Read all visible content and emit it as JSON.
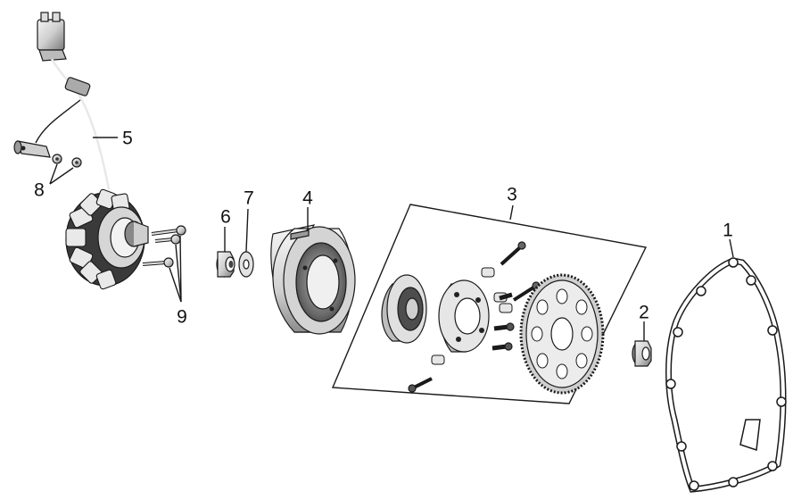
{
  "diagram": {
    "parts": [
      {
        "number": "1",
        "name": "gasket"
      },
      {
        "number": "2",
        "name": "nut"
      },
      {
        "number": "3",
        "name": "starter-clutch-assembly"
      },
      {
        "number": "4",
        "name": "flywheel-rotor"
      },
      {
        "number": "5",
        "name": "stator-harness"
      },
      {
        "number": "6",
        "name": "flange-nut"
      },
      {
        "number": "7",
        "name": "washer"
      },
      {
        "number": "8",
        "name": "screws"
      },
      {
        "number": "9",
        "name": "bolts"
      }
    ],
    "colors": {
      "ink": "#1a1a1a",
      "shade_dark": "#4a4a4a",
      "shade_mid": "#9a9a9a",
      "shade_light": "#d8d8d8",
      "background": "#ffffff"
    }
  }
}
